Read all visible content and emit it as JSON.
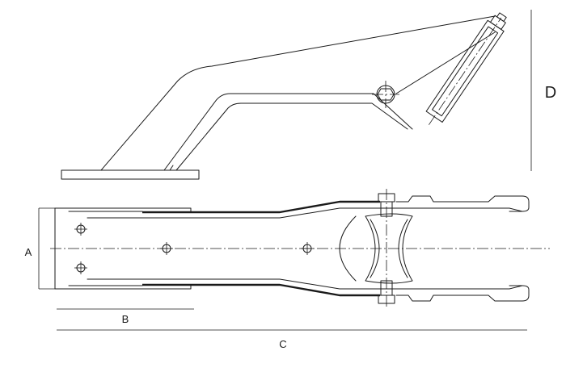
{
  "labels": {
    "a": "A",
    "b": "B",
    "c": "C",
    "d": "D"
  },
  "colors": {
    "line": "#1a1a1a",
    "background": "#ffffff"
  }
}
